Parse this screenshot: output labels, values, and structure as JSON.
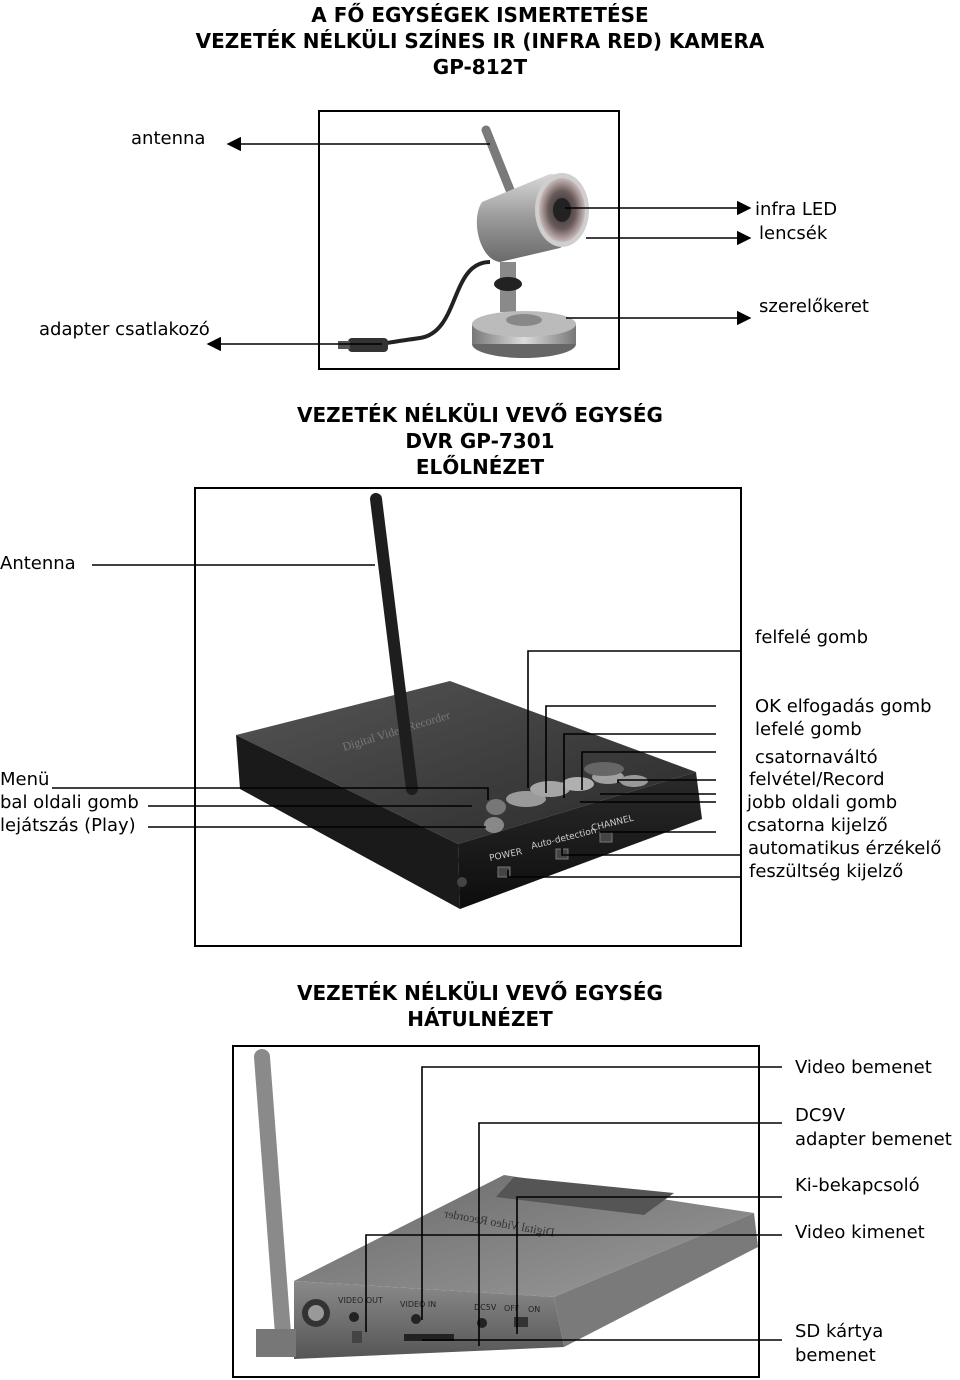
{
  "header": {
    "line1": "A FŐ EGYSÉGEK ISMERTETÉSE",
    "line2": "VEZETÉK NÉLKÜLI SZÍNES IR (INFRA RED) KAMERA",
    "line3": "GP-812T"
  },
  "camera": {
    "labels": {
      "antenna": "antenna",
      "infra_led": "infra LED",
      "lenses": "lencsék",
      "mount": "szerelőkeret",
      "adapter": "adapter csatlakozó"
    }
  },
  "front": {
    "title1": "VEZETÉK NÉLKÜLI VEVŐ EGYSÉG",
    "title2": "DVR GP-7301",
    "title3": "ELŐLNÉZET",
    "device_text": "Digital Video Recorder",
    "panel": {
      "power": "POWER",
      "auto": "Auto-detection",
      "channel": "CHANNEL"
    },
    "labels": {
      "antenna": "Antenna",
      "up": "felfelé gomb",
      "ok": "OK elfogadás gomb",
      "down": "lefelé gomb",
      "channel_switch": "csatornaváltó",
      "record": "felvétel/Record",
      "right": "jobb oldali gomb",
      "channel_ind": "csatorna kijelző",
      "auto": "automatikus érzékelő",
      "power_ind": "feszültség kijelző",
      "menu": "Menü",
      "left": "bal oldali gomb",
      "play": "lejátszás (Play)"
    }
  },
  "back": {
    "title1": "VEZETÉK NÉLKÜLI VEVŐ EGYSÉG",
    "title2": "HÁTULNÉZET",
    "device_text": "Digital Video Recorder",
    "panel": {
      "video_out": "VIDEO OUT",
      "video_in": "VIDEO IN",
      "dc5v": "DC5V",
      "off": "OFF",
      "on": "ON"
    },
    "labels": {
      "video_in": "Video bemenet",
      "dc1": "DC9V",
      "dc2": "adapter bemenet",
      "switch": "Ki-bekapcsoló",
      "video_out": "Video kimenet",
      "sd1": "SD kártya",
      "sd2": "bemenet"
    }
  }
}
